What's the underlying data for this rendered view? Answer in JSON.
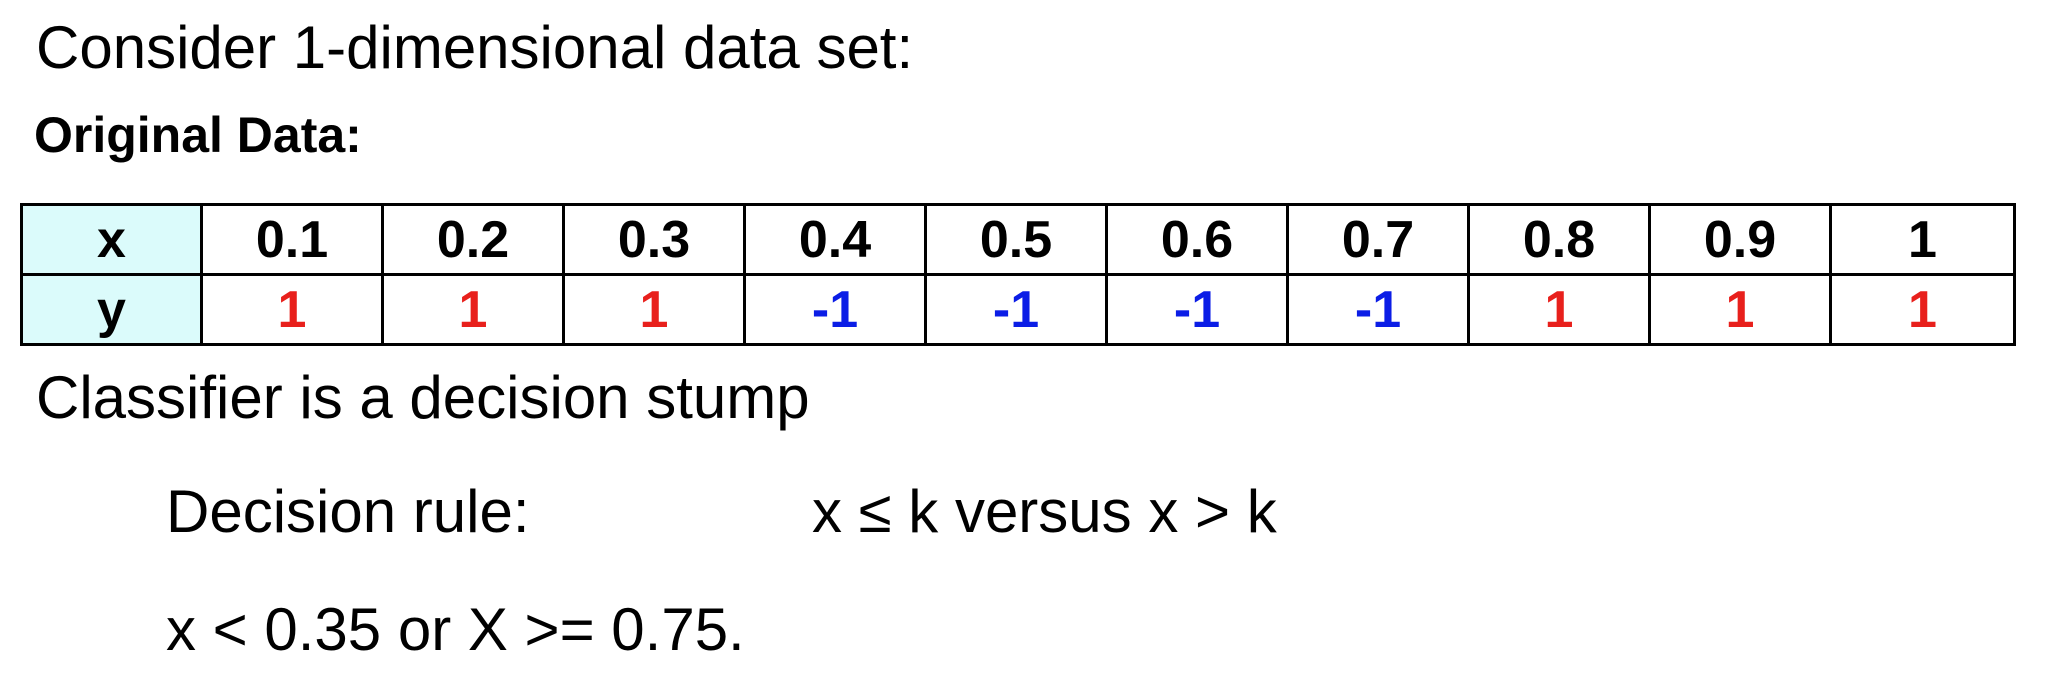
{
  "intro": "Consider 1-dimensional data set:",
  "data_heading": "Original Data:",
  "table": {
    "x_label": "x",
    "y_label": "y",
    "x_values": [
      "0.1",
      "0.2",
      "0.3",
      "0.4",
      "0.5",
      "0.6",
      "0.7",
      "0.8",
      "0.9",
      "1"
    ],
    "y_values": [
      "1",
      "1",
      "1",
      "-1",
      "-1",
      "-1",
      "-1",
      "1",
      "1",
      "1"
    ]
  },
  "colors": {
    "positive": "#e8201c",
    "negative": "#0b1de6",
    "header_fill": "#dbfbfb"
  },
  "classifier_line": "Classifier is a decision stump",
  "decision_rule": {
    "label": "Decision rule:",
    "text": "x ≤ k versus x > k"
  },
  "threshold_line": "x < 0.35 or X >= 0.75."
}
